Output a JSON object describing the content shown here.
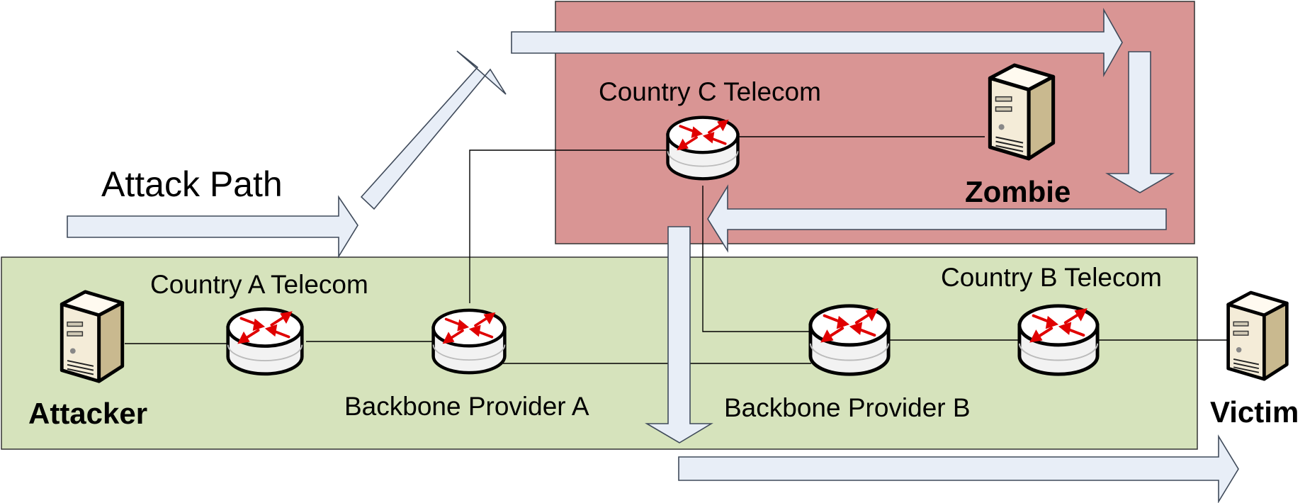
{
  "diagram": {
    "title_label": "Attack Path",
    "regions": {
      "country_c": {
        "color": "#d99594"
      },
      "lower": {
        "color": "#d6e3bc"
      }
    },
    "routers": {
      "country_a": {
        "label": "Country A Telecom",
        "icon": "router-icon"
      },
      "backbone_a": {
        "label": "Backbone Provider A",
        "icon": "router-icon"
      },
      "country_c": {
        "label": "Country C Telecom",
        "icon": "router-icon"
      },
      "backbone_b": {
        "label": "Backbone Provider B",
        "icon": "router-icon"
      },
      "country_b": {
        "label": "Country B Telecom",
        "icon": "router-icon"
      }
    },
    "hosts": {
      "attacker": {
        "label": "Attacker",
        "icon": "server-icon"
      },
      "zombie": {
        "label": "Zombie",
        "icon": "server-icon"
      },
      "victim": {
        "label": "Victim",
        "icon": "server-icon"
      }
    },
    "colors": {
      "arrow_fill": "#e8eef7",
      "arrow_stroke": "#3f4a5a",
      "router_arrow": "#e00000"
    }
  }
}
